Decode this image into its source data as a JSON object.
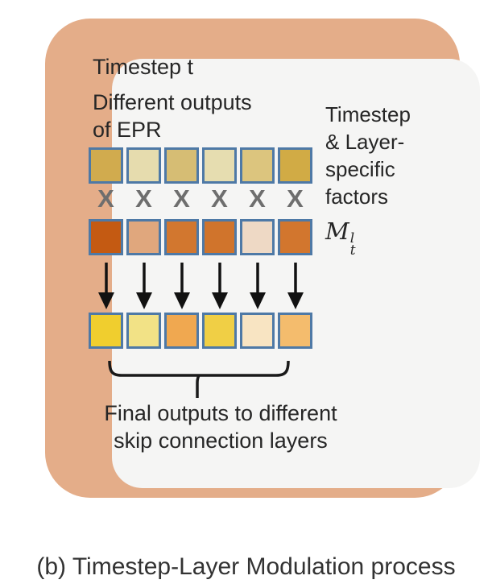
{
  "figure": {
    "title": "Timestep t",
    "epr_label": {
      "lines": [
        "Different outputs",
        "of EPR"
      ]
    },
    "factors_label": {
      "lines": [
        "Timestep",
        "& Layer-",
        "specific",
        "factors"
      ]
    },
    "factor_symbol": {
      "base": "M",
      "sup": "l",
      "sub": "t"
    },
    "multiply_symbol": "X",
    "final_label": {
      "lines": [
        "Final outputs to different",
        "skip connection layers"
      ]
    },
    "caption": "(b) Timestep-Layer Modulation process"
  },
  "rows": {
    "epr_outputs": [
      "#d1ab4e",
      "#e6dcae",
      "#d6bd74",
      "#e6ddb0",
      "#dcc57e",
      "#d1ab45"
    ],
    "factors": [
      "#c45a12",
      "#e0a77d",
      "#d2772f",
      "#d0742c",
      "#eed9c5",
      "#d2762e"
    ],
    "final_outputs": [
      "#f0ce2e",
      "#f2e286",
      "#f0a850",
      "#f0cf45",
      "#f8e4c2",
      "#f4bc6d"
    ]
  },
  "colors": {
    "frame_border": "#e4ad89",
    "frame_fill": "#f5f5f4",
    "square_border": "#4e79a6",
    "text": "#262626",
    "multiply": "#6e6e6e",
    "arrow": "#111111",
    "brace": "#1a1a1a"
  }
}
